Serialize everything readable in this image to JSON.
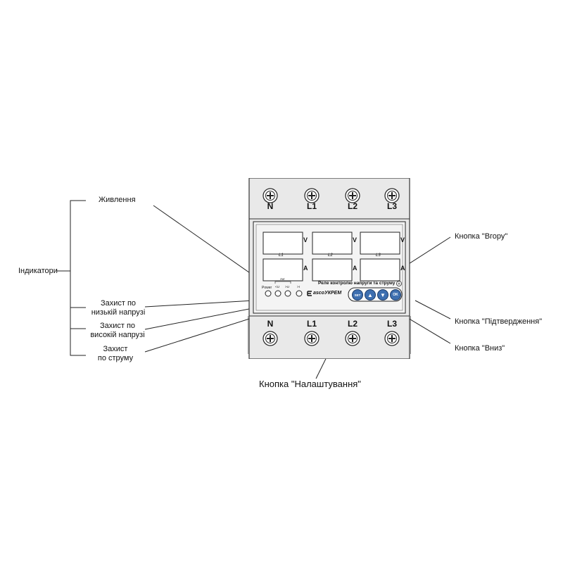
{
  "top_terminals": [
    "N",
    "L1",
    "L2",
    "L3"
  ],
  "bottom_terminals": [
    "N",
    "L1",
    "L2",
    "L3"
  ],
  "display_units": {
    "voltage": "V",
    "current": "A"
  },
  "display_phases": [
    "L1",
    "L2",
    "L3"
  ],
  "device_title": "Реле контролю напруги та струму",
  "brand": "ascoУКРЕМ",
  "indicator_labels": {
    "power": "Power",
    "group": "Avr",
    "low": "<U",
    "high": ">U",
    "current": ">I"
  },
  "buttons": [
    "SET",
    "▲",
    "▼",
    "OK"
  ],
  "callouts": {
    "indicators": "Індикатори",
    "power": "Живлення",
    "low_voltage": "Захист по\nнизькій напрузі",
    "high_voltage": "Захист по\nвисокій напрузі",
    "current": "Захист\nпо струму",
    "setup": "Кнопка \"Налаштування\"",
    "up": "Кнопка \"Вгору\"",
    "confirm": "Кнопка \"Підтвердження\"",
    "down": "Кнопка \"Вниз\""
  }
}
